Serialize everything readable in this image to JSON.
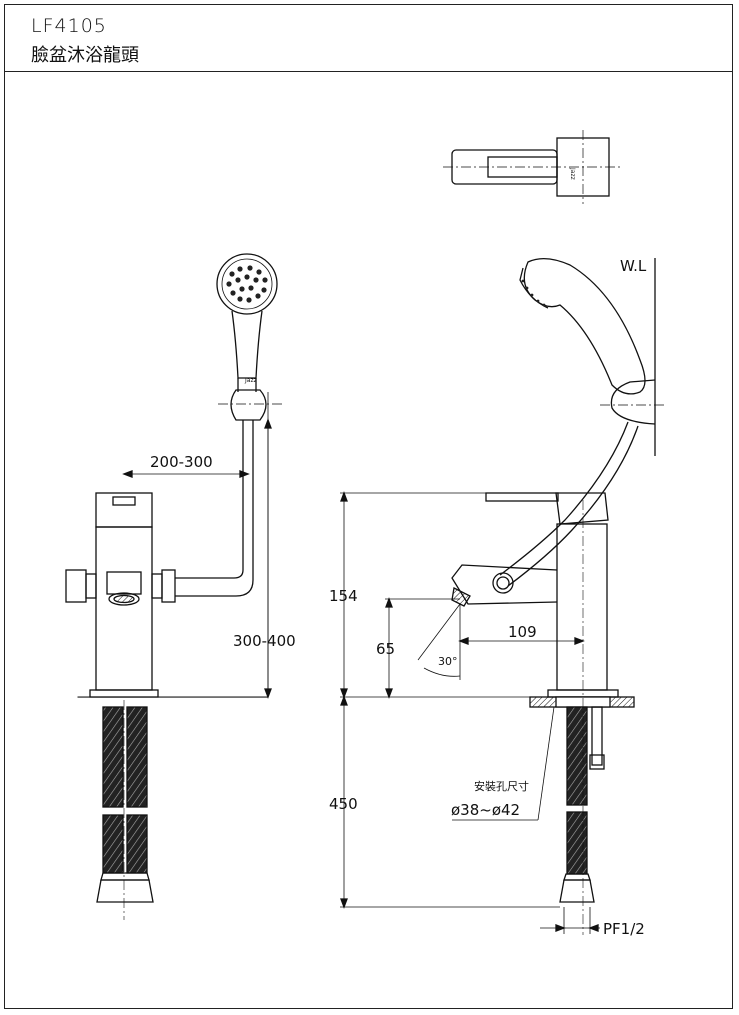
{
  "header": {
    "model": "LF4105",
    "product_name": "臉盆沐浴龍頭"
  },
  "dimensions": {
    "shower_offset": "200-300",
    "shower_height": "300-400",
    "total_height": "154",
    "spout_height": "65",
    "hose_length": "450",
    "spout_reach": "109",
    "spout_angle": "30°",
    "water_level": "W.L",
    "hole_size_label": "安裝孔尺寸",
    "hole_size_value": "ø38~ø42",
    "thread": "PF1/2"
  }
}
